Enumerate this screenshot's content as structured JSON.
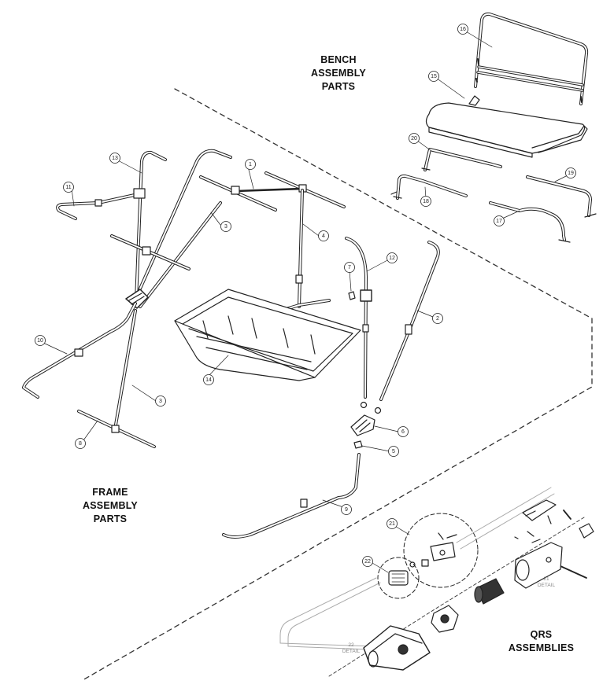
{
  "sections": {
    "bench": {
      "line1": "BENCH",
      "line2": "ASSEMBLY",
      "line3": "PARTS"
    },
    "frame": {
      "line1": "FRAME",
      "line2": "ASSEMBLY",
      "line3": "PARTS"
    },
    "qrs": {
      "line1": "QRS",
      "line2": "ASSEMBLIES"
    }
  },
  "callouts": {
    "c1": "1",
    "c2": "2",
    "c3a": "3",
    "c3b": "3",
    "c4": "4",
    "c5": "5",
    "c6": "6",
    "c7": "7",
    "c8": "8",
    "c9": "9",
    "c10": "10",
    "c11": "11",
    "c12": "12",
    "c13": "13",
    "c14": "14",
    "c15": "15",
    "c16": "16",
    "c17": "17",
    "c18": "18",
    "c19": "19",
    "c20": "20",
    "c21": "21",
    "c22": "22"
  },
  "details": {
    "d21_num": "21",
    "d21_word": "DETAIL",
    "d22_num": "22",
    "d22_word": "DETAIL"
  },
  "colors": {
    "line": "#222222",
    "dash": "#333333",
    "light": "#999999",
    "text": "#111111"
  }
}
